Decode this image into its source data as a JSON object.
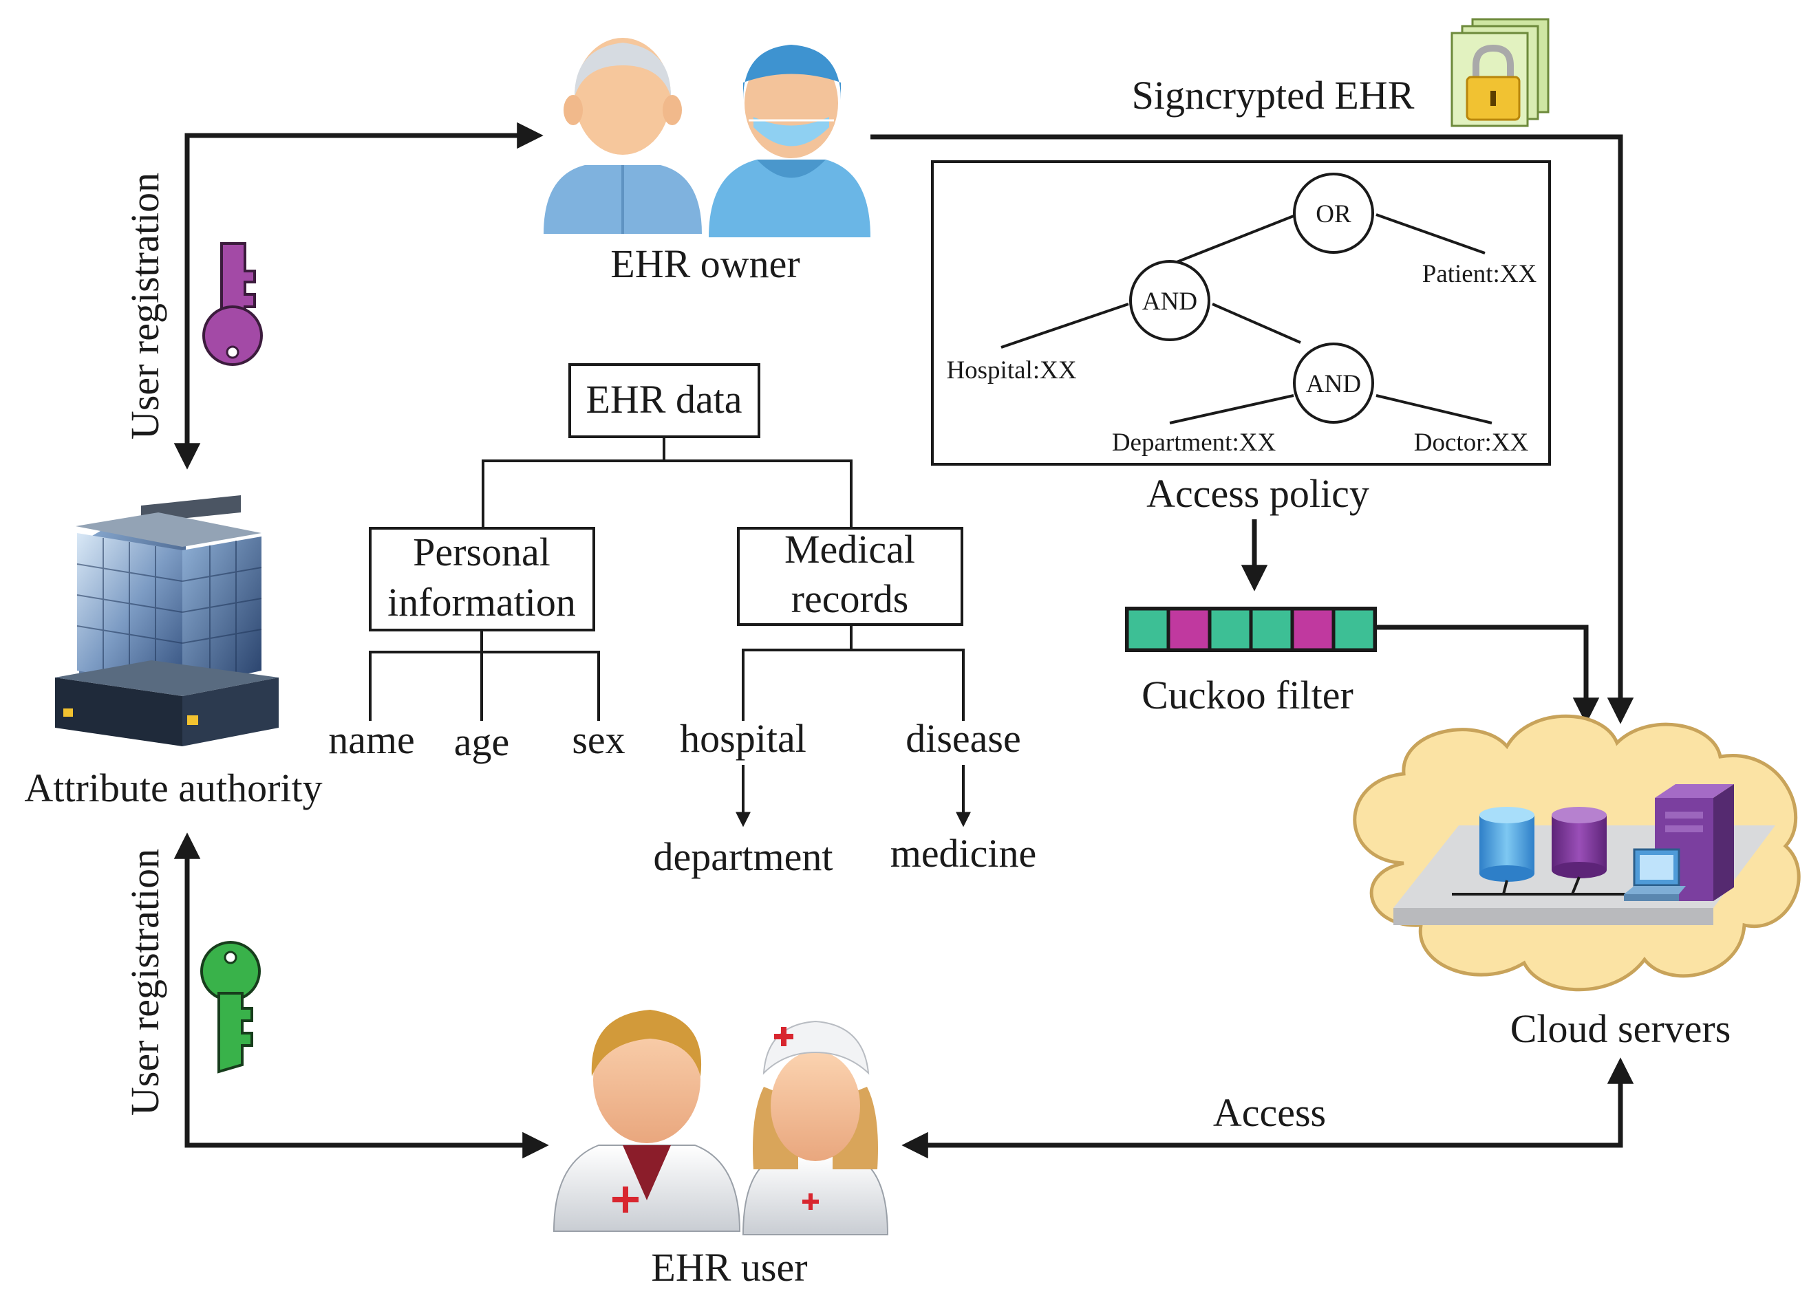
{
  "labels": {
    "ehr_owner": "EHR owner",
    "signcrypted_ehr": "Signcrypted EHR",
    "attribute_authority": "Attribute authority",
    "user_registration_top": "User registration",
    "user_registration_bottom": "User registration",
    "ehr_user": "EHR user",
    "access": "Access",
    "cloud_servers": "Cloud servers",
    "access_policy": "Access policy",
    "cuckoo_filter": "Cuckoo filter"
  },
  "ehr_tree": {
    "root": "EHR data",
    "personal": {
      "line1": "Personal",
      "line2": "information"
    },
    "medical": {
      "line1": "Medical",
      "line2": "records"
    },
    "leaves": {
      "name": "name",
      "age": "age",
      "sex": "sex",
      "hospital": "hospital",
      "disease": "disease",
      "department": "department",
      "medicine": "medicine"
    }
  },
  "policy_tree": {
    "or": "OR",
    "and1": "AND",
    "and2": "AND",
    "patient": "Patient:XX",
    "hospital": "Hospital:XX",
    "department": "Department:XX",
    "doctor": "Doctor:XX"
  },
  "cuckoo_filter_cells": [
    "teal",
    "magenta",
    "teal",
    "teal",
    "magenta",
    "teal"
  ],
  "colors": {
    "teal": "#3dbf95",
    "magenta": "#c0399f",
    "cloud_fill": "#fbe3a4",
    "cloud_stroke": "#c8a35a",
    "key_purple": "#a34aa6",
    "key_green": "#39b24a"
  },
  "icons": {
    "owner_patient": "elderly-patient-icon",
    "owner_doctor": "surgeon-icon",
    "lock_document": "locked-document-icon",
    "authority": "office-building-icon",
    "user_doctor": "doctor-icon",
    "user_nurse": "nurse-icon",
    "key_top": "purple-key-icon",
    "key_bottom": "green-key-icon",
    "cloud": "cloud-icon",
    "server": "server-tower-icon",
    "db_blue": "blue-database-icon",
    "db_purple": "purple-database-icon",
    "computer": "desktop-computer-icon"
  }
}
